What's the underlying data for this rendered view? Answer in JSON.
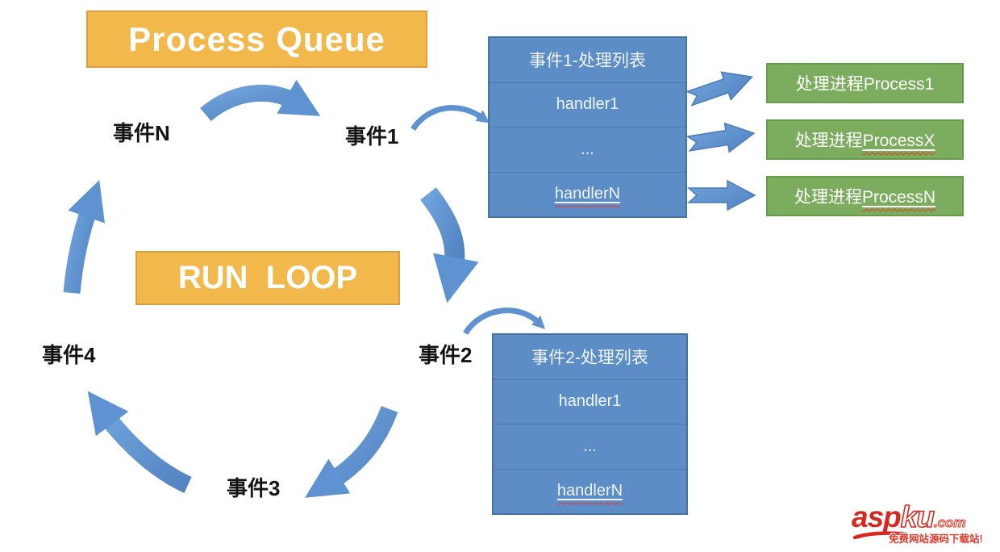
{
  "boxes": {
    "process_queue": "Process Queue",
    "run_loop": "RUN  LOOP"
  },
  "event_labels": {
    "n": "事件N",
    "e1": "事件1",
    "e2": "事件2",
    "e3": "事件3",
    "e4": "事件4"
  },
  "tables": [
    {
      "header": "事件1-处理列表",
      "rows": [
        "handler1",
        "...",
        "handlerN"
      ]
    },
    {
      "header": "事件2-处理列表",
      "rows": [
        "handler1",
        "...",
        "handlerN"
      ]
    }
  ],
  "process_boxes": [
    {
      "prefix": "处理进程",
      "name": "Process1"
    },
    {
      "prefix": "处理进程",
      "name": "ProcessX"
    },
    {
      "prefix": "处理进程",
      "name": "ProcessN"
    }
  ],
  "watermark": {
    "part1": "asp",
    "part2": "ku",
    "part3": ".com",
    "tagline": "免费网站源码下载站!"
  },
  "colors": {
    "blue_fill": "#5C8DC6",
    "blue_border": "#46749F",
    "arrow_blue": "#5E92D0",
    "green_fill": "#7CAC5D",
    "green_border": "#69994B",
    "orange_fill": "#F2B84C",
    "orange_border": "#DE9E3C",
    "watermark_red": "#D6281E"
  }
}
